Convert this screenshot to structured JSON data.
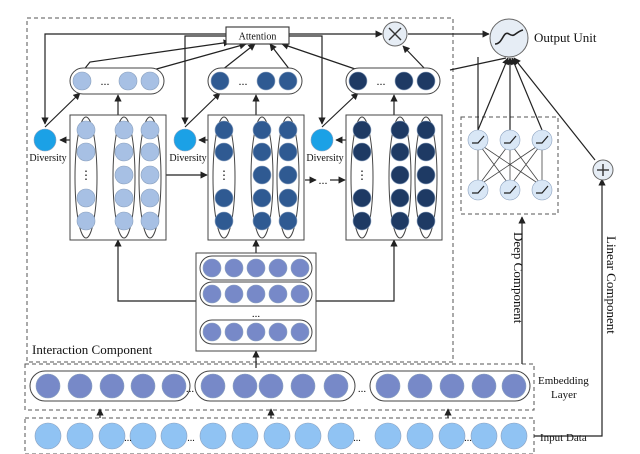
{
  "labels": {
    "attention": "Attention",
    "output_unit": "Output Unit",
    "diversity": "Diversity",
    "interaction_component": "Interaction Component",
    "embedding_layer_line1": "Embedding",
    "embedding_layer_line2": "Layer",
    "input_data": "Input Data",
    "deep_component": "Deep Component",
    "linear_component": "Linear Component",
    "ellipsis": "...",
    "vertical_ellipsis": "⋮"
  },
  "colors": {
    "light_blue": "#a7c0e4",
    "mid_blue": "#2f5a92",
    "dark_navy": "#1e3a64",
    "embedding_purple": "#7789c8",
    "input_blue": "#90c3f3",
    "diversity_cyan": "#1ba1e6",
    "line": "#222222"
  },
  "icons": [
    "multiply-icon",
    "sigmoid-icon",
    "plus-icon",
    "relu-icon"
  ]
}
